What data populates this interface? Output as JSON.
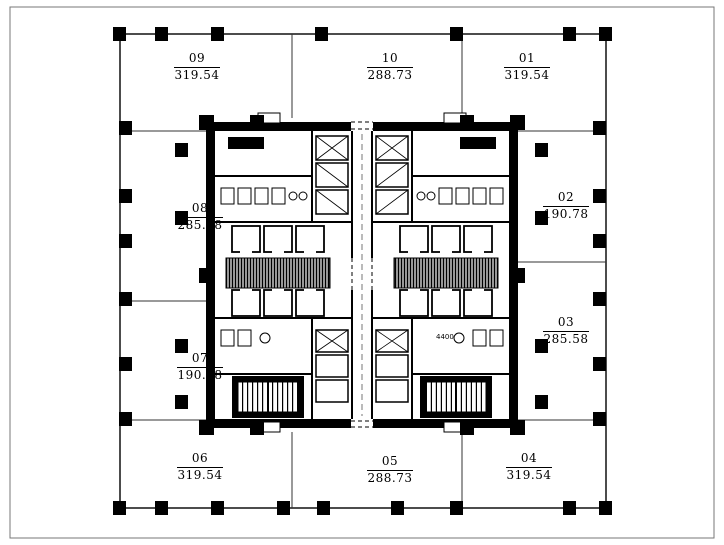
{
  "units": [
    {
      "id": "09",
      "area": "319.54"
    },
    {
      "id": "10",
      "area": "288.73"
    },
    {
      "id": "01",
      "area": "319.54"
    },
    {
      "id": "08",
      "area": "285.58"
    },
    {
      "id": "02",
      "area": "190.78"
    },
    {
      "id": "07",
      "area": "190.78"
    },
    {
      "id": "03",
      "area": "285.58"
    },
    {
      "id": "06",
      "area": "319.54"
    },
    {
      "id": "05",
      "area": "288.73"
    },
    {
      "id": "04",
      "area": "319.54"
    }
  ],
  "annotations": {
    "dimension": "4400"
  },
  "colors": {
    "ink": "#000000",
    "paper": "#ffffff"
  }
}
